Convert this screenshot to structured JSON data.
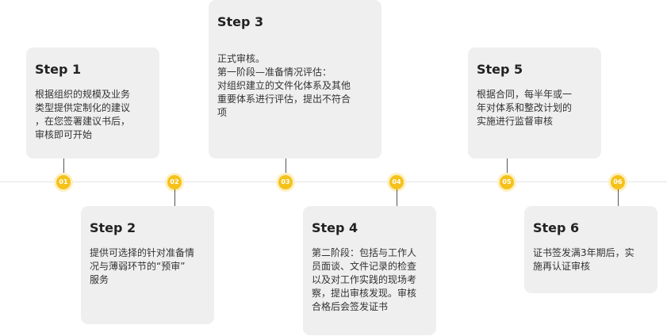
{
  "accent_color": "#f5c21b",
  "steps": [
    {
      "title": "Step 1",
      "badge": "01",
      "text": "根据组织的规模及业务\n类型提供定制化的建议\n，在您签署建议书后，\n审核即可开始"
    },
    {
      "title": "Step 2",
      "badge": "02",
      "text": "提供可选择的针对准备情\n况与薄弱环节的“预审”\n服务"
    },
    {
      "title": "Step 3",
      "badge": "03",
      "text": "正式审核。\n第一阶段—准备情况评估：\n对组织建立的文件化体系及其他\n重要体系进行评估，提出不符合\n项"
    },
    {
      "title": "Step 4",
      "badge": "04",
      "text": "第二阶段：包括与工作人\n员面谈、文件记录的检查\n以及对工作实践的现场考\n察，提出审核发现。审核\n合格后会签发证书"
    },
    {
      "title": "Step 5",
      "badge": "05",
      "text": "根据合同，每半年或一\n年对体系和整改计划的\n实施进行监督审核"
    },
    {
      "title": "Step 6",
      "badge": "06",
      "text": "证书签发满3年期后，实\n施再认证审核"
    }
  ]
}
